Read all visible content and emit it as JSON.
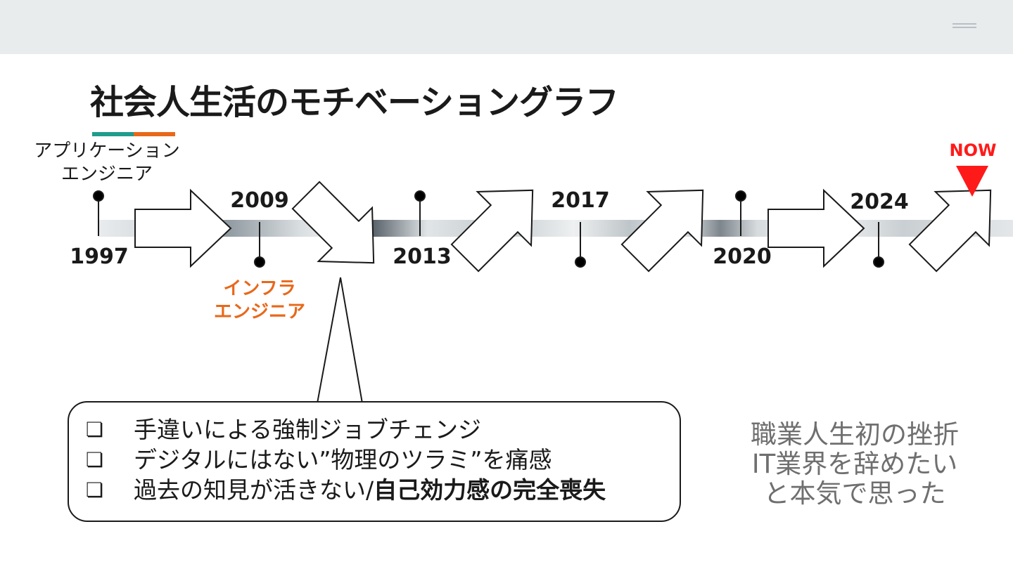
{
  "slide": {
    "title": "社会人生活のモチベーショングラフ",
    "accent_colors": {
      "teal": "#1e9c8c",
      "orange": "#e8681a",
      "now_red": "#ff1a1a"
    }
  },
  "header": {
    "menu_icon": "hamburger-icon"
  },
  "timeline": {
    "years": [
      "1997",
      "2009",
      "2013",
      "2017",
      "2020",
      "2024"
    ],
    "role_start": {
      "line1": "アプリケーション",
      "line2": "エンジニア"
    },
    "role_infra": {
      "line1": "インフラ",
      "line2": "エンジニア"
    },
    "now_label": "NOW",
    "motivation_trend": [
      "flat",
      "down",
      "up",
      "up",
      "flat",
      "up"
    ]
  },
  "callout": {
    "bullet_icon": "checkbox-bullet-icon",
    "bullet_glyph": "❏",
    "items": [
      {
        "text": "手違いによる強制ジョブチェンジ",
        "strong": ""
      },
      {
        "text": "デジタルにはない”物理のツラミ”を痛感",
        "strong": ""
      },
      {
        "text": "過去の知見が活きない/",
        "strong": "自己効力感の完全喪失"
      }
    ]
  },
  "side_note": {
    "line1": "職業人生初の挫折",
    "line2": "IT業界を辞めたい",
    "line3": "と本気で思った"
  }
}
